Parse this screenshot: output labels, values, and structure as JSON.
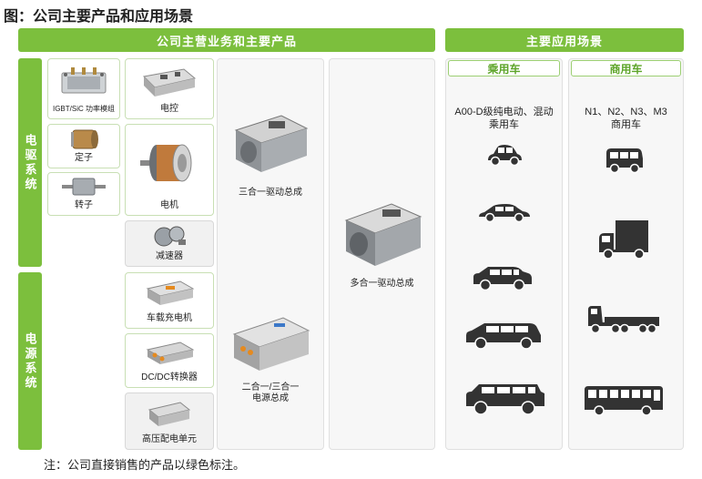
{
  "title": "图：公司主要产品和应用场景",
  "header_products": "公司主营业务和主要产品",
  "header_applications": "主要应用场景",
  "sections": {
    "drive": "电驱系统",
    "power": "电源系统"
  },
  "products": {
    "igbt": "IGBT/SiC 功率模组",
    "controller": "电控",
    "stator": "定子",
    "rotor": "转子",
    "motor": "电机",
    "reducer": "减速器",
    "three_in_one": "三合一驱动总成",
    "multi_in_one": "多合一驱动总成",
    "obc": "车载充电机",
    "dcdc": "DC/DC转换器",
    "hv_box": "高压配电单元",
    "power_assembly": "二合一/三合一\n电源总成"
  },
  "applications": {
    "passenger": {
      "head": "乘用车",
      "sub": "A00-D级纯电动、混动\n乘用车",
      "vehicles": [
        "small-car-icon",
        "sedan-icon",
        "suv-icon",
        "mpv-icon",
        "offroad-icon"
      ]
    },
    "commercial": {
      "head": "商用车",
      "sub": "N1、N2、N3、M3\n商用车",
      "vehicles": [
        "van-icon",
        "truck-icon",
        "semi-truck-icon",
        "bus-icon"
      ]
    }
  },
  "note": "注：公司直接销售的产品以绿色标注。",
  "colors": {
    "accent": "#7cbf3d",
    "direct_sale_border": "#c8dfb4",
    "vehicle": "#333333"
  }
}
